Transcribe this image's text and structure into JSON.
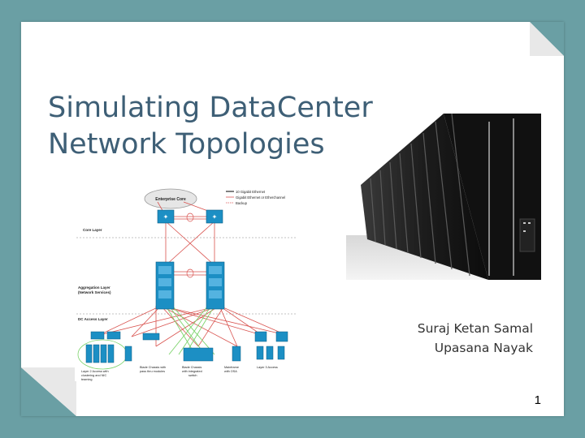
{
  "slide": {
    "title_line1": "Simulating DataCenter",
    "title_line2": "Network Topologies",
    "authors": [
      "Suraj Ketan Samal",
      "Upasana Nayak"
    ],
    "page_number": "1",
    "theme": {
      "frame": "#6a9fa4",
      "title": "#3e5f76",
      "background": "#ffffff"
    }
  },
  "diagram": {
    "core_label": "Enterprise Core",
    "legend": {
      "ten_gig": "10 Gigabit Ethernet",
      "gig": "Gigabit Ethernet or Etherchannel",
      "backup": "Backup"
    },
    "layers": {
      "core": "Core Layer",
      "aggregation_1": "Aggregation Layer",
      "aggregation_2": "(Network Services)",
      "access": "DC Access Layer"
    },
    "access_labels": {
      "blade_pass_1": "Blade Chassis with",
      "blade_pass_2": "pass thru modules",
      "blade_int_1": "Blade Chassis",
      "blade_int_2": "with integrated",
      "blade_int_3": "switch",
      "mainframe_1": "Mainframe",
      "mainframe_2": "with OSA",
      "layer3": "Layer 3 Access",
      "layer2_1": "Layer 2 Access with",
      "layer2_2": "clustering and NIC",
      "layer2_3": "teaming"
    }
  }
}
